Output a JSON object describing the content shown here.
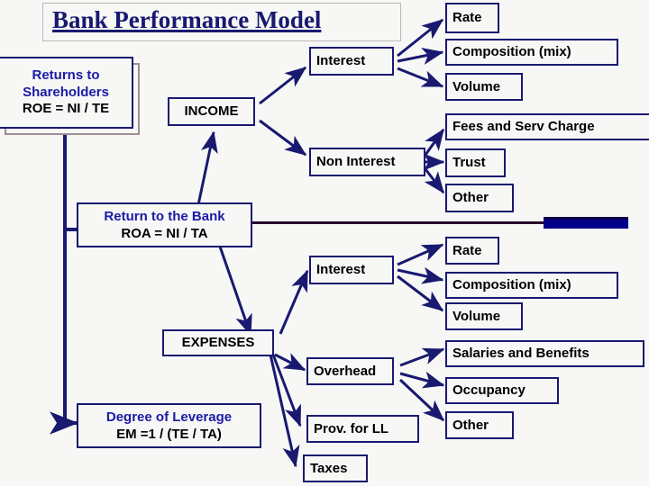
{
  "diagram": {
    "title": "Bank Performance Model",
    "type": "tree-diagram",
    "background_color": "#f7f7f5",
    "accent_color": "#191970",
    "label_blue": "#1a1aa8",
    "handle_color": "#00008b"
  },
  "shareholders": {
    "line1": "Returns to",
    "line2": "Shareholders",
    "line3": "ROE = NI / TE"
  },
  "bank": {
    "line1": "Return to the Bank",
    "line2": "ROA = NI / TA"
  },
  "leverage": {
    "line1": "Degree of Leverage",
    "line2": "EM =1 / (TE / TA)"
  },
  "income": {
    "label": "INCOME",
    "children": [
      {
        "label": "Interest"
      },
      {
        "label": "Non Interest"
      }
    ]
  },
  "expenses": {
    "label": "EXPENSES",
    "children": [
      {
        "label": "Interest"
      },
      {
        "label": "Overhead"
      },
      {
        "label": "Prov.  for LL"
      },
      {
        "label": "Taxes"
      }
    ]
  },
  "income_interest_children": [
    {
      "label": "Rate"
    },
    {
      "label": "Composition (mix)"
    },
    {
      "label": "Volume"
    }
  ],
  "non_interest_children": [
    {
      "label": "Fees and Serv Charge"
    },
    {
      "label": "Trust"
    },
    {
      "label": "Other"
    }
  ],
  "expense_interest_children": [
    {
      "label": "Rate"
    },
    {
      "label": "Composition (mix)"
    },
    {
      "label": "Volume"
    }
  ],
  "overhead_children": [
    {
      "label": "Salaries and Benefits"
    },
    {
      "label": "Occupancy"
    },
    {
      "label": "Other"
    }
  ]
}
